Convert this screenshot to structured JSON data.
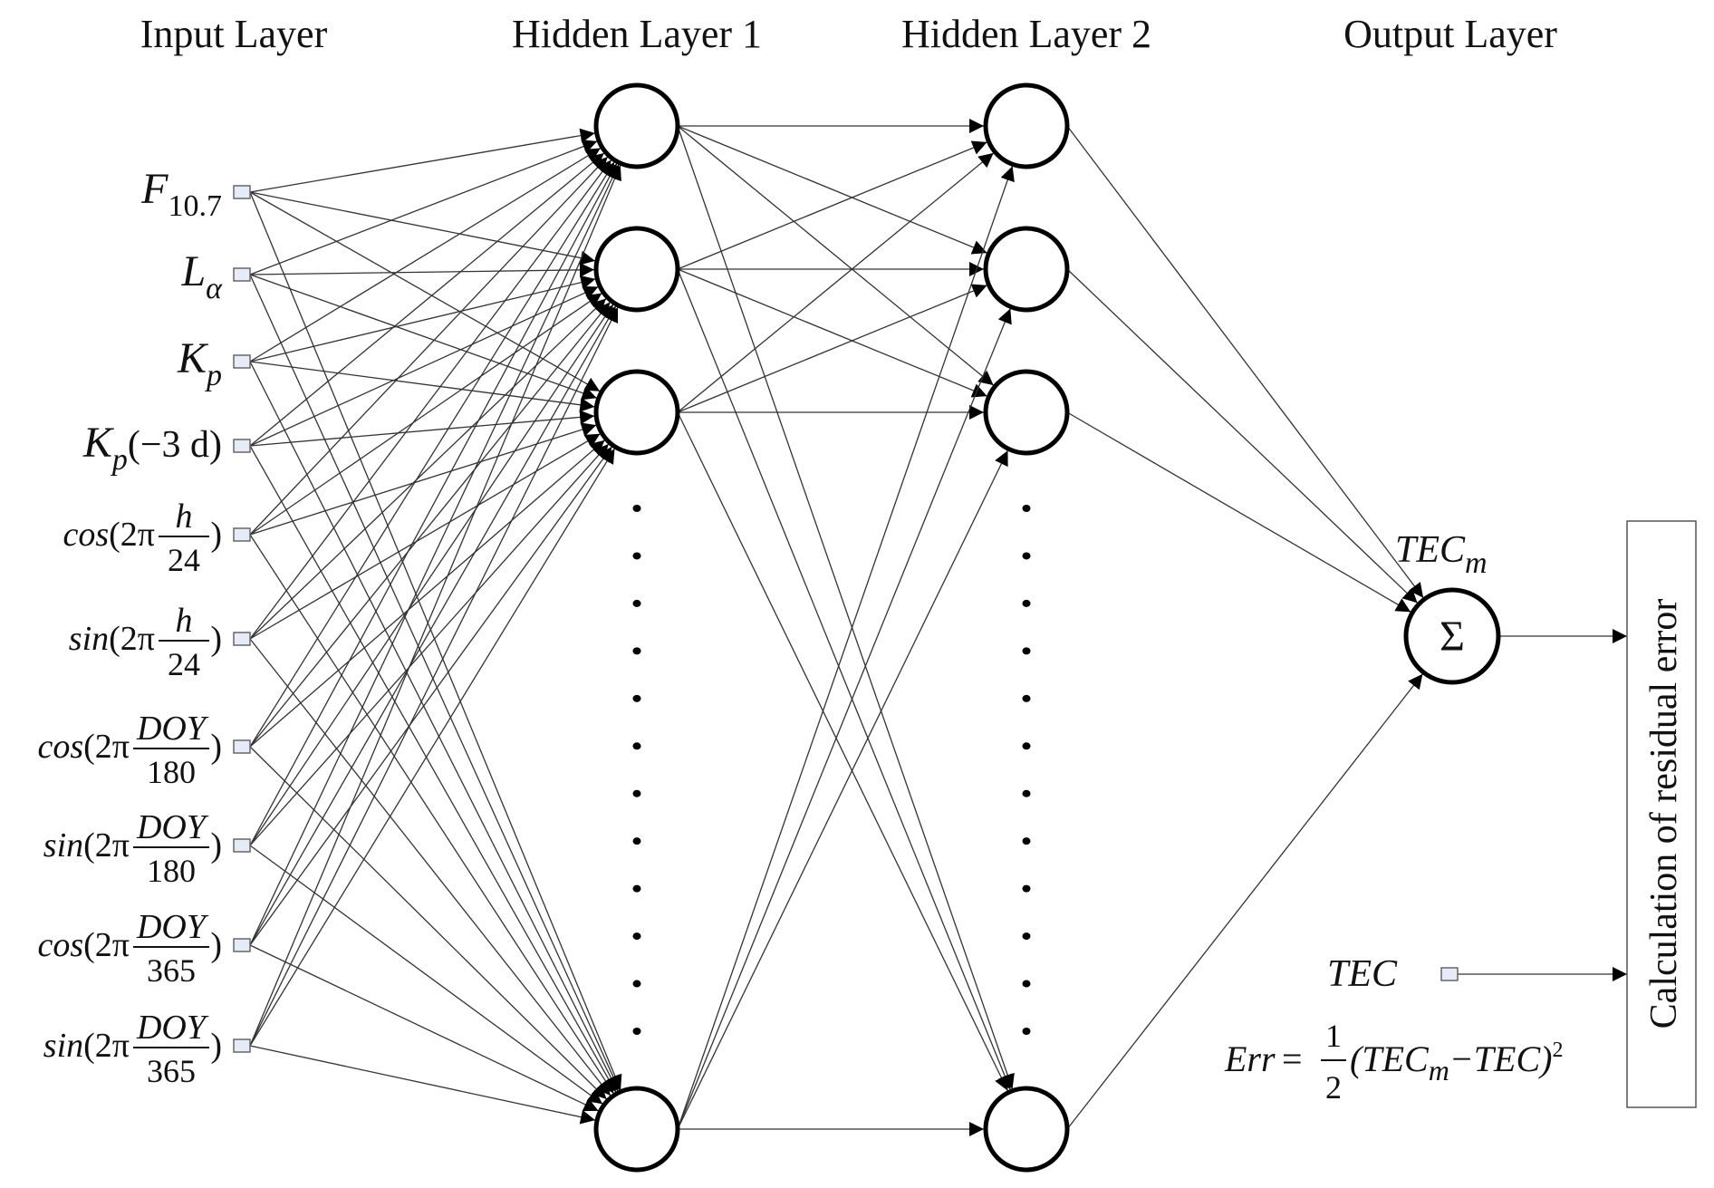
{
  "headers": {
    "input": "Input Layer",
    "hidden1": "Hidden Layer 1",
    "hidden2": "Hidden Layer 2",
    "output": "Output Layer"
  },
  "inputs": [
    {
      "name": "F10.7",
      "main": "F",
      "sub": "10.7"
    },
    {
      "name": "L-alpha",
      "main": "L",
      "sub": "α"
    },
    {
      "name": "Kp",
      "main": "K",
      "sub": "p"
    },
    {
      "name": "Kp(-3d)",
      "main": "K",
      "sub": "p",
      "tail": "(−3 d)"
    },
    {
      "name": "cos-h",
      "fn": "cos",
      "num": "h",
      "den": "24"
    },
    {
      "name": "sin-h",
      "fn": "sin",
      "num": "h",
      "den": "24"
    },
    {
      "name": "cos-doy-180",
      "fn": "cos",
      "num": "DOY",
      "den": "180"
    },
    {
      "name": "sin-doy-180",
      "fn": "sin",
      "num": "DOY",
      "den": "180"
    },
    {
      "name": "cos-doy-365",
      "fn": "cos",
      "num": "DOY",
      "den": "365"
    },
    {
      "name": "sin-doy-365",
      "fn": "sin",
      "num": "DOY",
      "den": "365"
    }
  ],
  "hidden_layer_1": {
    "visible_nodes": 4,
    "ellipsis_dots": 12
  },
  "hidden_layer_2": {
    "visible_nodes": 4,
    "ellipsis_dots": 12
  },
  "output": {
    "label_main": "TEC",
    "label_sub": "m",
    "symbol": "Σ"
  },
  "target": {
    "label": "TEC"
  },
  "error_formula": {
    "lhs": "Err",
    "eq": "=",
    "frac_num": "1",
    "frac_den": "2",
    "open": "(TEC",
    "sub": "m",
    "minus": "−TEC)",
    "sup": "2"
  },
  "residual_box": {
    "label": "Calculation of residual error"
  },
  "formula_prefix": "(2π",
  "formula_suffix": ")"
}
